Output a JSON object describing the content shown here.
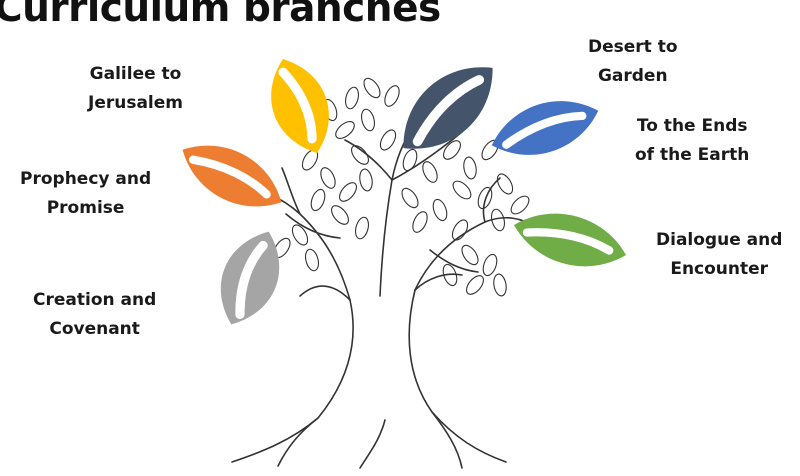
{
  "title": "Curriculum branches",
  "branches": [
    {
      "line1": "Galilee to",
      "line2": "Jerusalem",
      "color": "#FFC000"
    },
    {
      "line1": "Desert to",
      "line2": "Garden",
      "color": "#44546A"
    },
    {
      "line1": "To the Ends",
      "line2": "of the Earth",
      "color": "#4472C4"
    },
    {
      "line1": "Prophecy and",
      "line2": "Promise",
      "color": "#ED7D31"
    },
    {
      "line1": "Dialogue and",
      "line2": "Encounter",
      "color": "#70AD47"
    },
    {
      "line1": "Creation and",
      "line2": "Covenant",
      "color": "#A5A5A5"
    }
  ]
}
